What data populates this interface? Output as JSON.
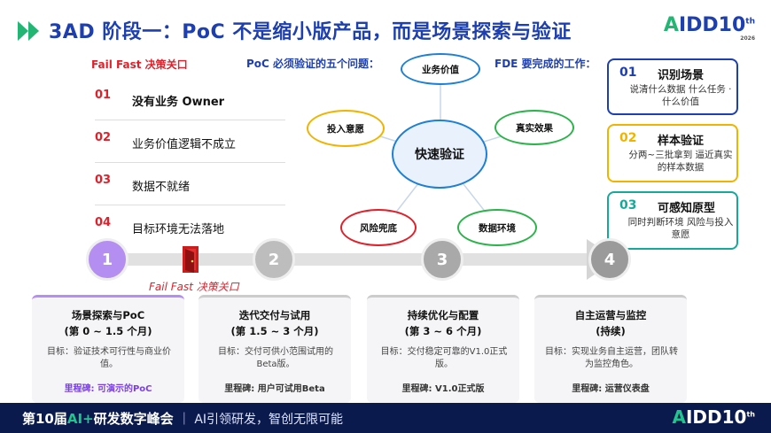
{
  "header": {
    "title": "3AD 阶段一：PoC 不是缩小版产品，而是场景探索与验证",
    "logo_a": "A",
    "logo_b": "IDD",
    "logo_c": "10",
    "logo_sup": "th",
    "logo_year": "2026"
  },
  "fail_fast": {
    "title": "Fail Fast 决策关口",
    "items": [
      {
        "num": "01",
        "label": "没有业务 Owner"
      },
      {
        "num": "02",
        "label": "业务价值逻辑不成立"
      },
      {
        "num": "03",
        "label": "数据不就绪"
      },
      {
        "num": "04",
        "label": "目标环境无法落地"
      }
    ]
  },
  "poc": {
    "title": "PoC 必须验证的五个问题：",
    "center": "快速验证",
    "questions": [
      "业务价值",
      "真实效果",
      "数据环境",
      "风险兜底",
      "投入意愿"
    ],
    "colors": {
      "blue": "#1d7fd6",
      "green": "#2bb34a",
      "yellow": "#f0b400",
      "red": "#e0202a"
    }
  },
  "fde": {
    "title": "FDE 要完成的工作：",
    "cards": [
      {
        "num": "01",
        "title": "识别场景",
        "desc": "说清什么数据 什么任务 · 什么价值",
        "color": "#1d3fb0"
      },
      {
        "num": "02",
        "title": "样本验证",
        "desc": "分两~三批拿到 逼近真实的样本数据",
        "color": "#f0b400"
      },
      {
        "num": "03",
        "title": "可感知原型",
        "desc": "同时判断环境 风险与投入意愿",
        "color": "#16a99a"
      }
    ]
  },
  "timeline": {
    "steps": [
      "1",
      "2",
      "3",
      "4"
    ],
    "gate_label": "Fail Fast 决策关口",
    "colors": {
      "step1": "#b48ef0",
      "step2": "#bdbdbd",
      "step3": "#a9a9a9",
      "step4": "#9a9a9a"
    }
  },
  "phases": [
    {
      "title": "场景探索与PoC",
      "sub": "(第 0 ~ 1.5 个月)",
      "goal": "目标：验证技术可行性与商业价值。",
      "milestone": "里程碑: 可演示的PoC"
    },
    {
      "title": "迭代交付与试用",
      "sub": "(第 1.5 ~ 3 个月)",
      "goal": "目标：交付可供小范围试用的Beta版。",
      "milestone": "里程碑: 用户可试用Beta"
    },
    {
      "title": "持续优化与配置",
      "sub": "(第 3 ~ 6 个月)",
      "goal": "目标：交付稳定可靠的V1.0正式版。",
      "milestone": "里程碑: V1.0正式版"
    },
    {
      "title": "自主运营与监控",
      "sub": "(持续)",
      "goal": "目标：实现业务自主运营，团队转为监控角色。",
      "milestone": "里程碑: 运营仪表盘"
    }
  ],
  "footer": {
    "event_a": "第10届",
    "event_b": "AI+",
    "event_c": "研发数字峰会",
    "slogan": "｜ AI引领研发，智创无限可能",
    "logo_a": "A",
    "logo_b": "IDD",
    "logo_c": "10",
    "logo_sup": "th"
  }
}
